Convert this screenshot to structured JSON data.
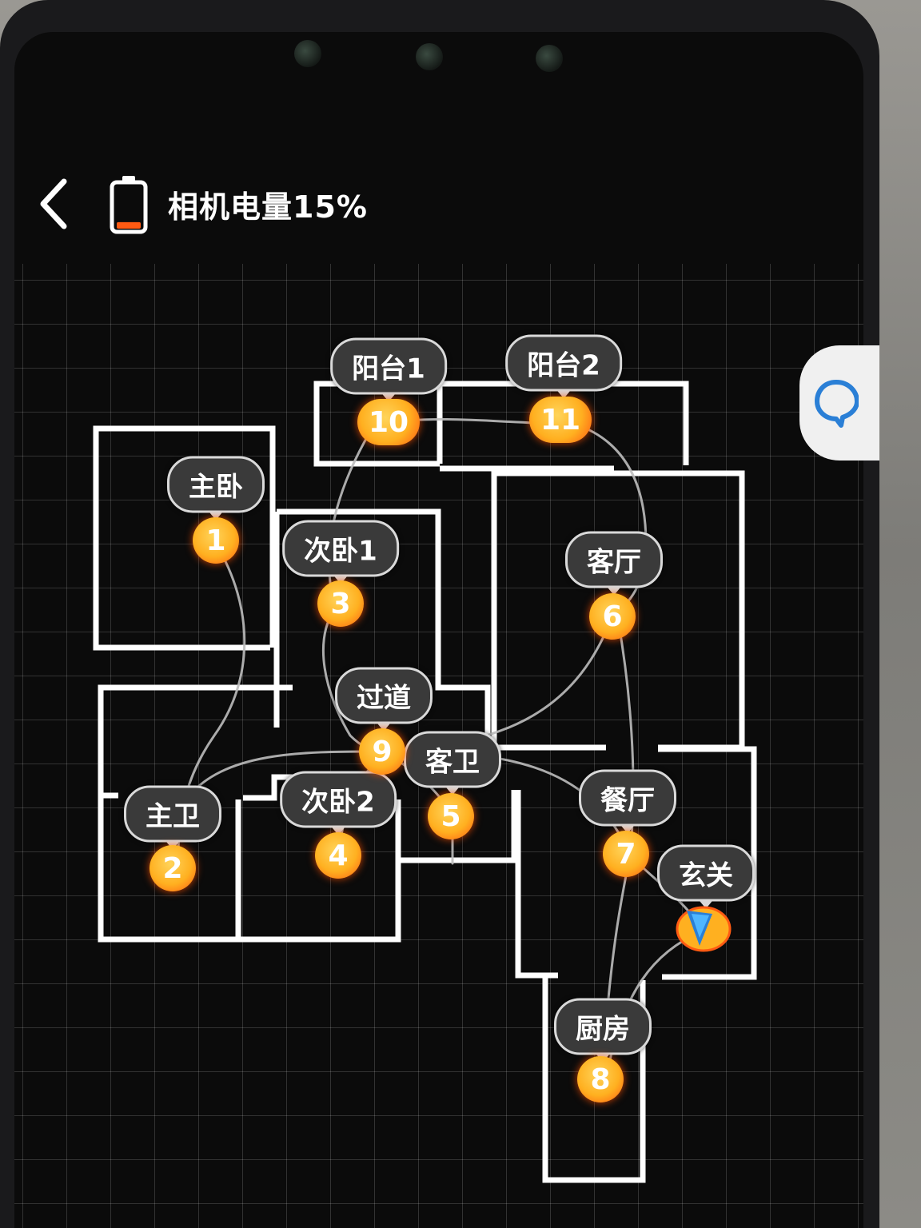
{
  "header": {
    "back_icon": "chevron-left-icon",
    "battery_icon": "battery-low-icon",
    "battery_level": 0.15,
    "title": "相机电量15%"
  },
  "floating": {
    "chat_icon": "chat-bubble-icon"
  },
  "rooms": [
    {
      "id": "master-bedroom",
      "label": "主卧",
      "number": "1"
    },
    {
      "id": "master-bath",
      "label": "主卫",
      "number": "2"
    },
    {
      "id": "second-bedroom-1",
      "label": "次卧1",
      "number": "3"
    },
    {
      "id": "second-bedroom-2",
      "label": "次卧2",
      "number": "4"
    },
    {
      "id": "guest-bath",
      "label": "客卫",
      "number": "5"
    },
    {
      "id": "living-room",
      "label": "客厅",
      "number": "6"
    },
    {
      "id": "dining-room",
      "label": "餐厅",
      "number": "7"
    },
    {
      "id": "kitchen",
      "label": "厨房",
      "number": "8"
    },
    {
      "id": "hallway",
      "label": "过道",
      "number": "9"
    },
    {
      "id": "balcony-1",
      "label": "阳台1",
      "number": "10"
    },
    {
      "id": "balcony-2",
      "label": "阳台2",
      "number": "11"
    },
    {
      "id": "entrance",
      "label": "玄关",
      "number": "",
      "icon": "camera-position-icon"
    }
  ],
  "colors": {
    "wall": "#ffffff",
    "marker": "#ffb020",
    "marker_glow": "#ff5a12",
    "label_bg": "#3a3a3a",
    "path": "#bdbdbd",
    "entrance_icon": "#2a7fd6"
  }
}
